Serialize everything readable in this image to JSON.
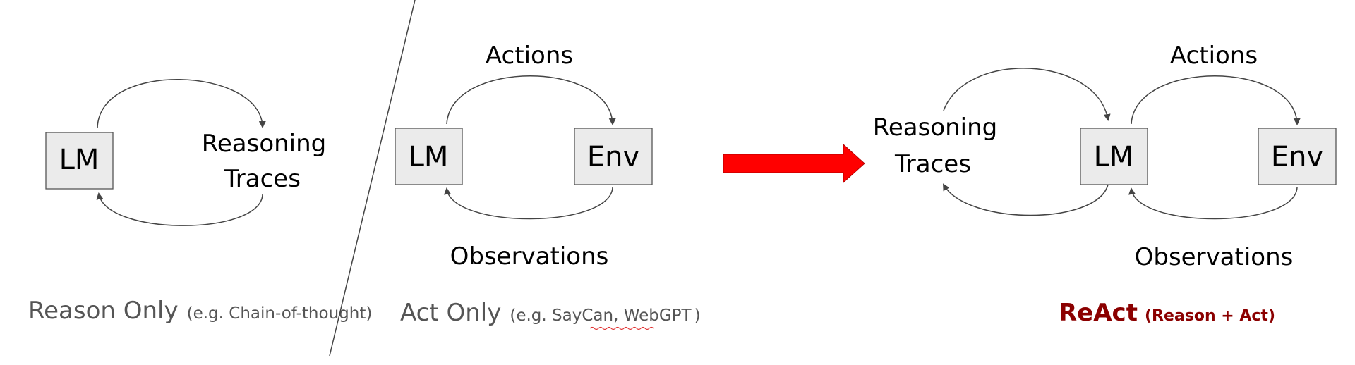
{
  "panels": {
    "reason_only": {
      "box": "LM",
      "traces_line1": "Reasoning",
      "traces_line2": "Traces",
      "caption_main": "Reason Only",
      "caption_sub": "(e.g. Chain-of-thought)"
    },
    "act_only": {
      "box_lm": "LM",
      "box_env": "Env",
      "actions": "Actions",
      "observations": "Observations",
      "caption_main": "Act Only",
      "caption_sub_pre": "(e.g. SayCan, ",
      "caption_sub_webgpt": "WebGPT",
      "caption_sub_post": ")"
    },
    "react": {
      "traces_line1": "Reasoning",
      "traces_line2": "Traces",
      "box_lm": "LM",
      "box_env": "Env",
      "actions": "Actions",
      "observations": "Observations",
      "caption_main": "ReAct",
      "caption_sub": "(Reason + Act)"
    }
  },
  "colors": {
    "transition_arrow": "#ff0000",
    "react_caption": "#8b0000",
    "box_fill": "#ebebeb"
  },
  "icons": {
    "transition": "right-arrow-icon"
  }
}
